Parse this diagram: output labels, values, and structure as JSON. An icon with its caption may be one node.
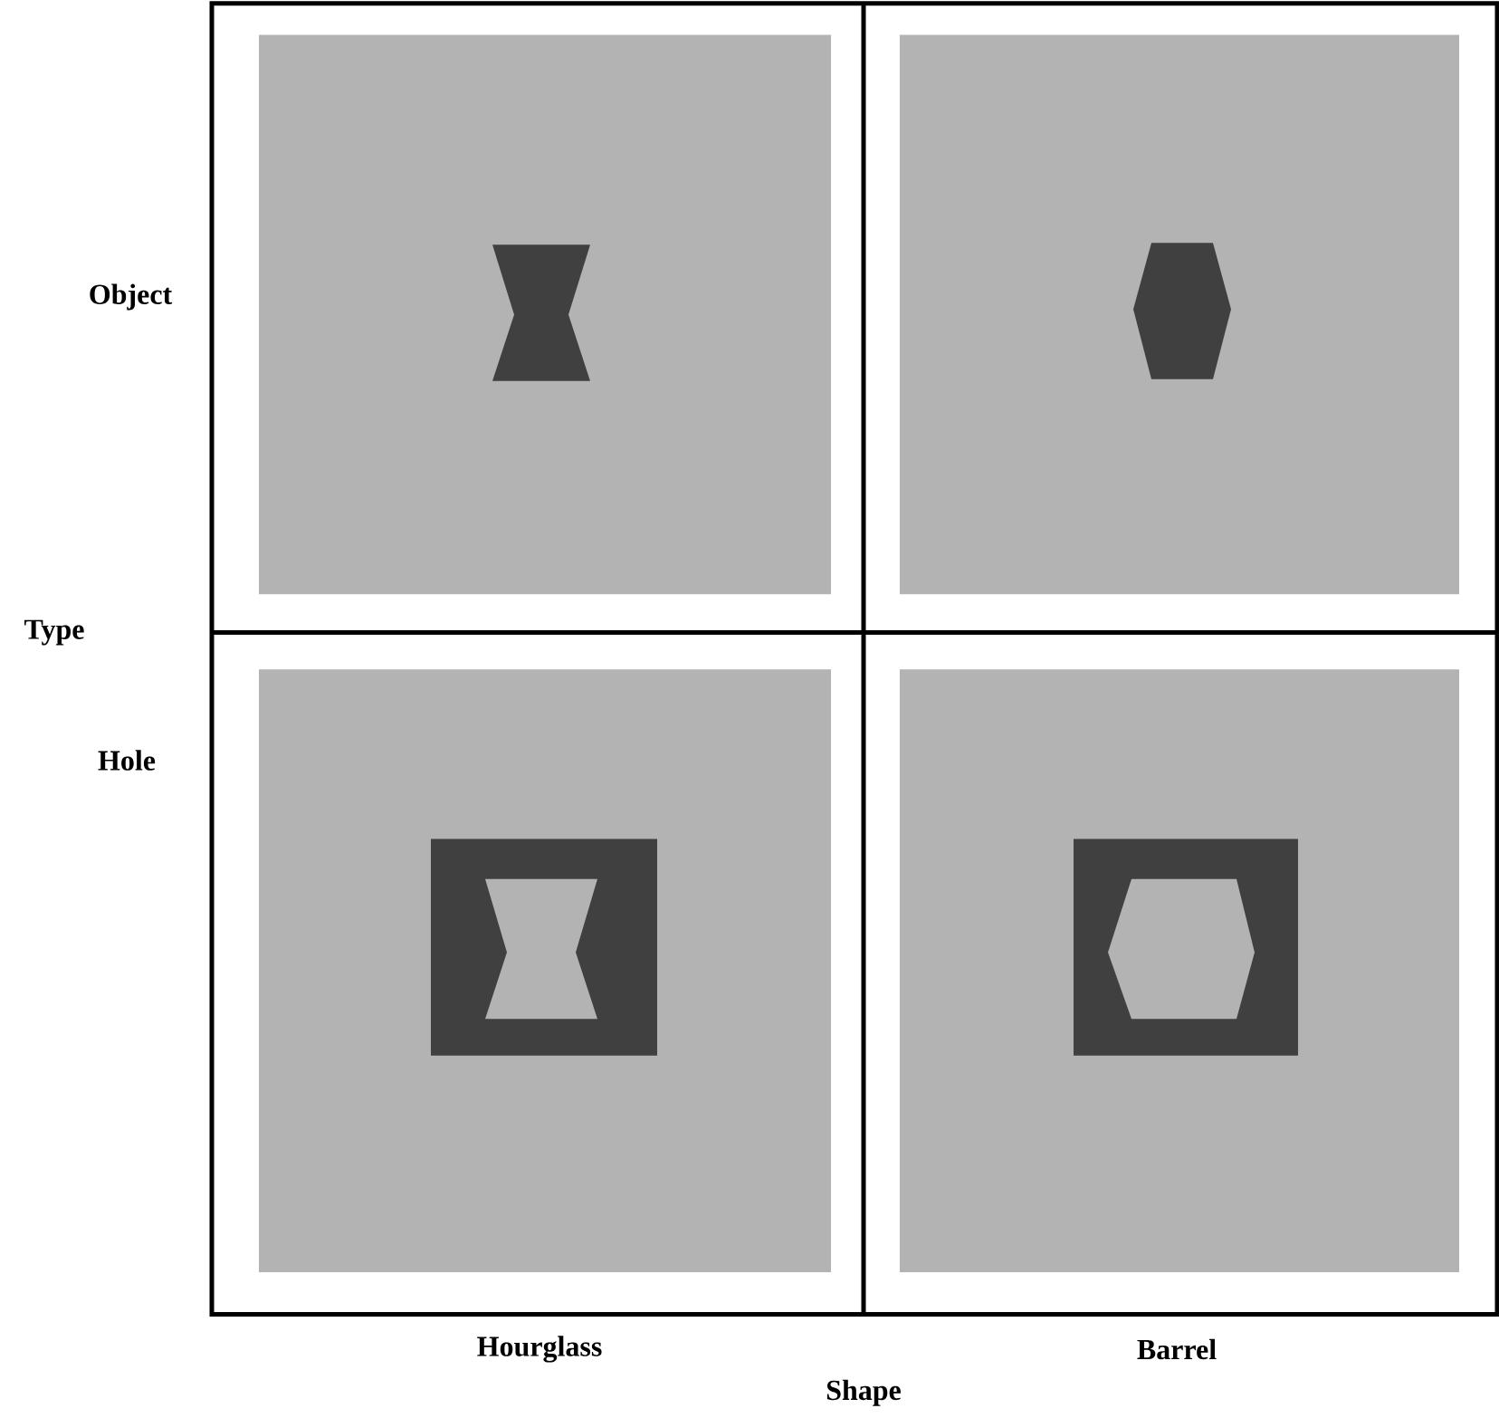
{
  "diagram": {
    "labels": [
      "Object",
      "Type",
      "Hole",
      "Hourglass",
      "Barrel",
      "Shape"
    ]
  }
}
